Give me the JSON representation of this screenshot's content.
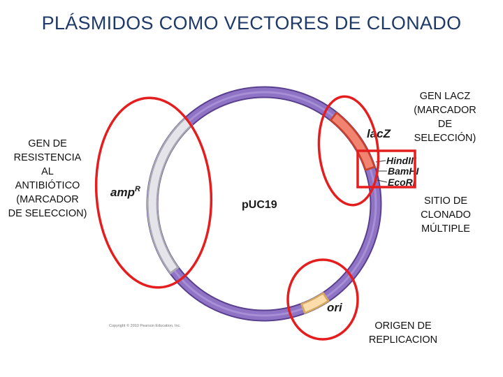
{
  "title": "PLÁSMIDOS COMO VECTORES DE CLONADO",
  "plasmid": {
    "name": "pUC19",
    "genes": {
      "amp": "amp",
      "amp_sup": "R",
      "lacz": "lacZ",
      "ori": "ori"
    },
    "sites": [
      "HindIII",
      "BamHI",
      "EcoRI"
    ],
    "copyright": "Copyright © 2010 Pearson Education, Inc.",
    "colors": {
      "backbone": "#8a6cc0",
      "amp": "#d6d6dc",
      "lacz": "#ea6f5a",
      "ori": "#f6d398",
      "annotation": "#e41e1e"
    }
  },
  "annotations": {
    "resistance": [
      "GEN DE",
      "RESISTENCIA",
      "AL",
      "ANTIBIÓTICO",
      "(MARCADOR",
      "DE SELECCION)"
    ],
    "lacz": [
      "GEN LACZ",
      "(MARCADOR",
      "DE",
      "SELECCIÓN)"
    ],
    "mcs": [
      "SITIO DE",
      "CLONADO",
      "MÚLTIPLE"
    ],
    "ori": [
      "ORIGEN DE",
      "REPLICACION"
    ]
  }
}
